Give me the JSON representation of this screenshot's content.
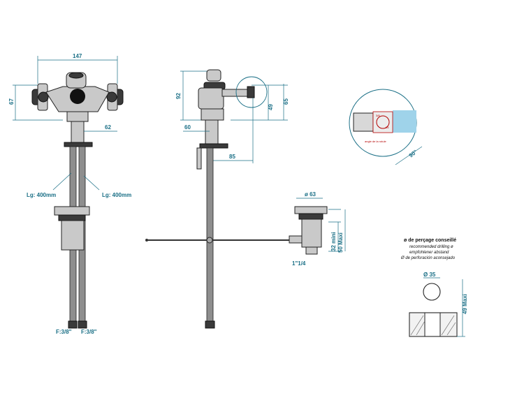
{
  "colors": {
    "dimension": "#1a6f86",
    "outline": "#1f1f1f",
    "highlight_red": "#b40000",
    "highlight_blue": "#9fd3ea"
  },
  "front_view": {
    "width_label": "147",
    "height_label": "67",
    "offset_label": "62",
    "hose_left_label": "Lg: 400mm",
    "hose_right_label": "Lg: 400mm",
    "fitting_left_label": "F:3/8\"",
    "fitting_right_label": "F:3/8\""
  },
  "side_view": {
    "height_label": "92",
    "spout_height_label": "49",
    "total_height_label": "65",
    "base_label": "60",
    "reach_label": "85"
  },
  "detail_view": {
    "angle_label": "90°",
    "caption": "angle de la rotule",
    "red_numbers": [
      "3/8",
      "25"
    ]
  },
  "waste_view": {
    "diameter_label": "ø 63",
    "min_label": "32 mini",
    "max_label": "50 Maxi",
    "thread_label": "1\"1/4"
  },
  "drilling": {
    "title": "ø de perçage conseillé",
    "line_en": "recommended drilling ø",
    "line_de": "empfohlener abstand",
    "line_es": "Ø de perforación aconsejado",
    "diameter_label": "Ø 35",
    "max_label": "49 Maxi"
  }
}
